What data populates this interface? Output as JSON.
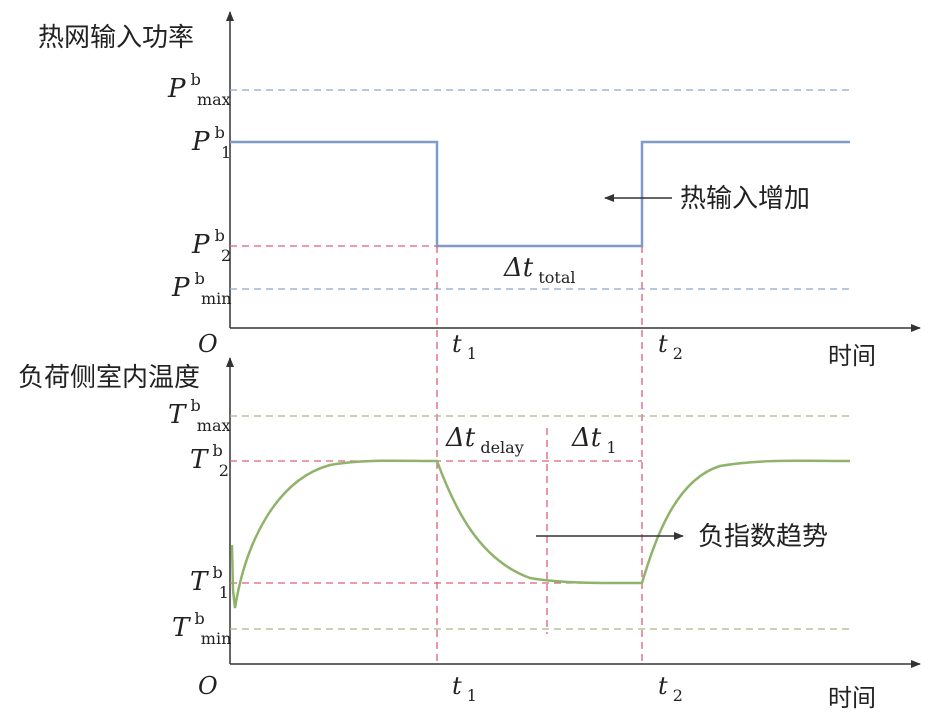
{
  "top_panel": {
    "y_axis_label": "热网输入功率",
    "origin_label": "O",
    "x_axis_label": "时间",
    "levels": {
      "p_max": {
        "base": "P",
        "sup": "b",
        "sub": "max"
      },
      "p1": {
        "base": "P",
        "sup": "b",
        "sub": "1"
      },
      "p2": {
        "base": "P",
        "sup": "b",
        "sub": "2"
      },
      "p_min": {
        "base": "P",
        "sup": "b",
        "sub": "min"
      }
    },
    "t1": {
      "base": "t",
      "sub": "1"
    },
    "t2": {
      "base": "t",
      "sub": "2"
    },
    "annotation": "热输入增加",
    "delta_total": {
      "base": "Δt",
      "sub": "total"
    }
  },
  "bottom_panel": {
    "y_axis_label": "负荷侧室内温度",
    "origin_label": "O",
    "x_axis_label": "时间",
    "levels": {
      "t_max": {
        "base": "T",
        "sup": "b",
        "sub": "max"
      },
      "t2": {
        "base": "T",
        "sup": "b",
        "sub": "2"
      },
      "t1": {
        "base": "T",
        "sup": "b",
        "sub": "1"
      },
      "t_min": {
        "base": "T",
        "sup": "b",
        "sub": "min"
      }
    },
    "t1": {
      "base": "t",
      "sub": "1"
    },
    "t2": {
      "base": "t",
      "sub": "2"
    },
    "annotation": "负指数趋势",
    "delta_delay": {
      "base": "Δt",
      "sub": "delay"
    },
    "delta_1": {
      "base": "Δt",
      "sub": "1"
    }
  },
  "colors": {
    "power_line": "#7f9cc8",
    "temp_curve": "#8fb36a",
    "red_dash": "#d9607a",
    "blue_dash": "#8fa8cf",
    "green_dash": "#a9b48a",
    "axis": "#333333"
  }
}
